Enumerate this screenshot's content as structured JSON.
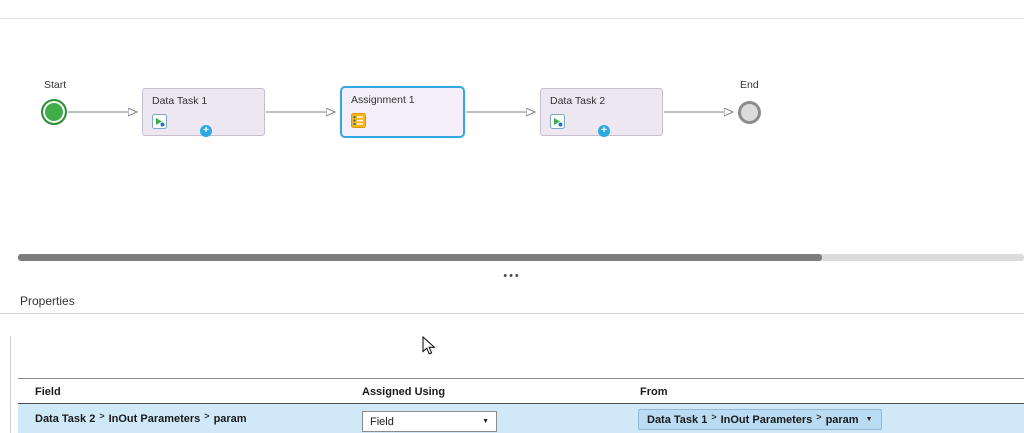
{
  "canvas": {
    "start": {
      "label": "Start"
    },
    "end": {
      "label": "End"
    },
    "tasks": [
      {
        "label": "Data Task 1"
      },
      {
        "label": "Assignment 1"
      },
      {
        "label": "Data Task 2"
      }
    ],
    "plus_icon": "+"
  },
  "splitter": {
    "dots": "•••"
  },
  "properties_panel": {
    "title": "Properties",
    "table": {
      "headers": {
        "field": "Field",
        "assigned_using": "Assigned Using",
        "from": "From"
      },
      "path_separator": ">",
      "row": {
        "field_path": [
          "Data Task 2",
          "InOut Parameters",
          "param"
        ],
        "assigned_using": {
          "value": "Field",
          "caret": "▼"
        },
        "from": {
          "path": [
            "Data Task 1",
            "InOut Parameters",
            "param"
          ],
          "caret": "▼"
        }
      }
    }
  },
  "colors": {
    "selection_blue": "#35a7e0",
    "start_green": "#3fae49",
    "end_gray": "#8c8c8c",
    "node_fill": "#ede7f2",
    "plus_blue": "#29abe2",
    "row_highlight": "#cfe9f9",
    "chip_fill": "#b9dcf2"
  }
}
